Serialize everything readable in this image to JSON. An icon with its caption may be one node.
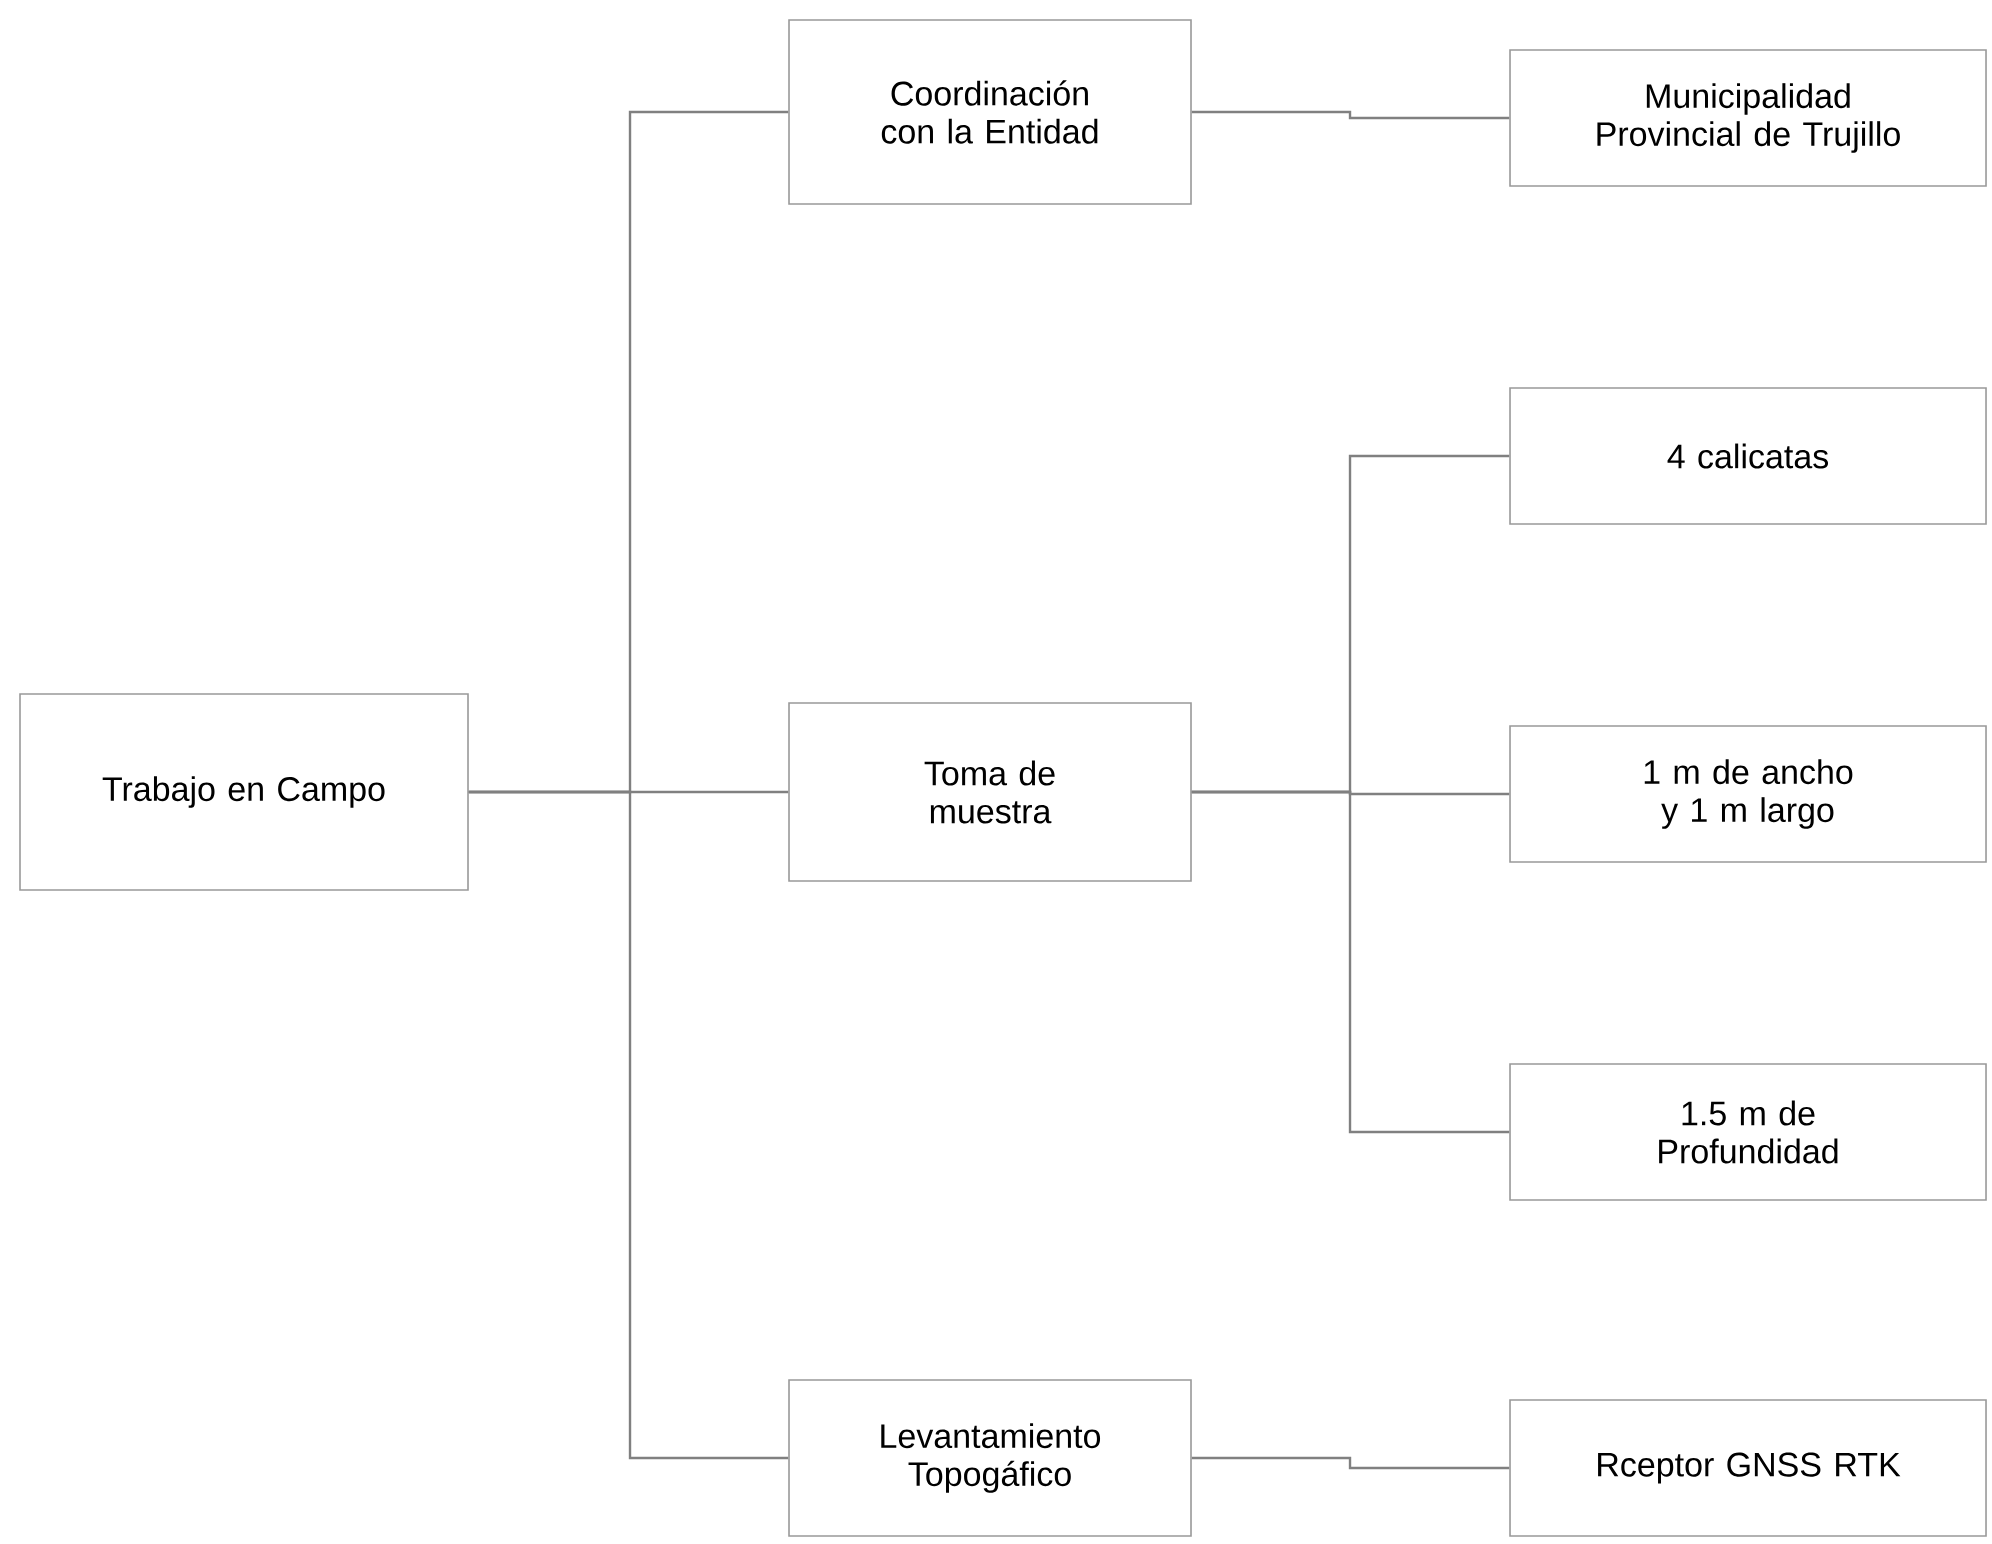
{
  "diagram": {
    "nodes": [
      {
        "text": [
          "Trabajo en Campo"
        ]
      },
      {
        "text": [
          "Coordinación con la Entidad"
        ]
      },
      {
        "text": [
          "Toma de muestra"
        ]
      },
      {
        "text": [
          "Levantamiento Topogáfico"
        ]
      },
      {
        "text": [
          "Municipalidad Provincial de Trujillo"
        ]
      },
      {
        "text": [
          "4 calicatas"
        ]
      },
      {
        "text": [
          "1 m de ancho y 1 m largo"
        ]
      },
      {
        "text": [
          "1.5 m de Profundidad"
        ]
      },
      {
        "text": [
          "Rceptor GNSS RTK"
        ]
      }
    ],
    "edges": [
      {
        "from": 0,
        "to": 1,
        "arrow": "none"
      },
      {
        "from": 0,
        "to": 2,
        "arrow": "none"
      },
      {
        "from": 0,
        "to": 3,
        "arrow": "none"
      },
      {
        "from": 1,
        "to": 4,
        "arrow": "none"
      },
      {
        "from": 2,
        "to": 5,
        "arrow": "none"
      },
      {
        "from": 2,
        "to": 6,
        "arrow": "none"
      },
      {
        "from": 2,
        "to": 7,
        "arrow": "none"
      },
      {
        "from": 3,
        "to": 8,
        "arrow": "none"
      }
    ]
  }
}
